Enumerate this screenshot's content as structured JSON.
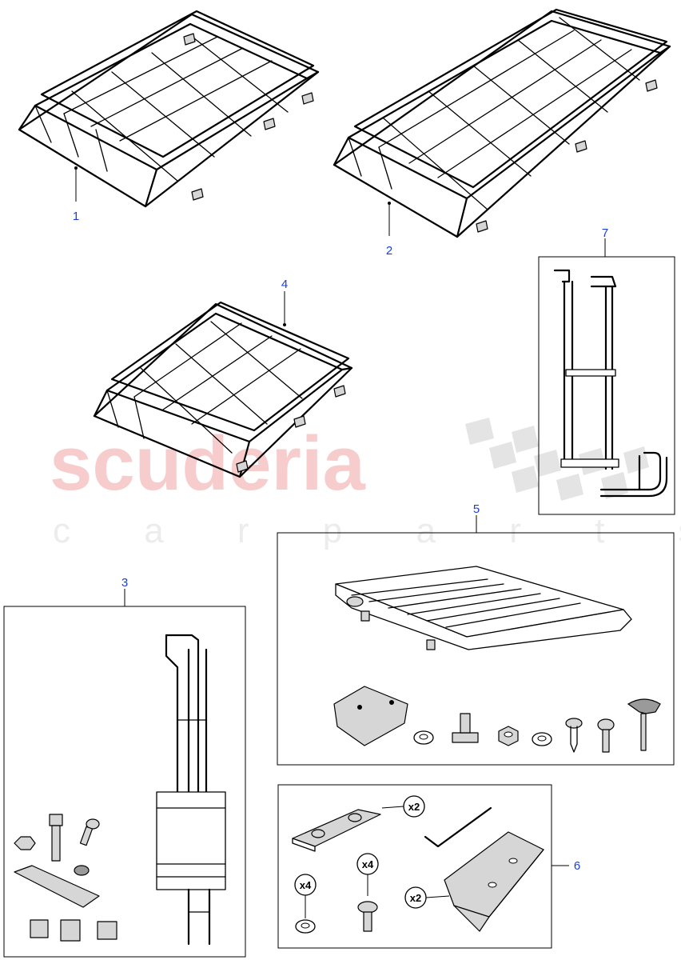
{
  "watermark": {
    "brand": "scuderia",
    "tagline": "c a r   p a r t s"
  },
  "callouts": [
    {
      "id": "callout-1",
      "label": "1"
    },
    {
      "id": "callout-2",
      "label": "2"
    },
    {
      "id": "callout-3",
      "label": "3"
    },
    {
      "id": "callout-4",
      "label": "4"
    },
    {
      "id": "callout-5",
      "label": "5"
    },
    {
      "id": "callout-6",
      "label": "6"
    },
    {
      "id": "callout-7",
      "label": "7"
    }
  ],
  "quantities": {
    "pad_plate": "x2",
    "bolt": "x4",
    "washer": "x4",
    "adapter_bracket": "x2"
  },
  "colors": {
    "callout_text": "#1a3fd6",
    "watermark_red": "#f6cccc",
    "watermark_grey": "#ececec"
  }
}
